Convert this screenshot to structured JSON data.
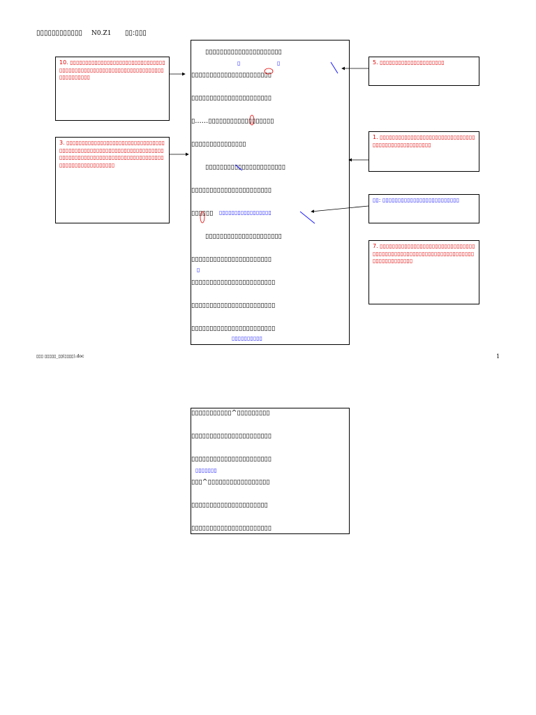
{
  "header": {
    "title": "▯▯▯▯▯▯▯▯▯▯▯▯",
    "number": "N0.Z1",
    "name": "▯▯:▯▯▯"
  },
  "page1": {
    "lines": [
      "▯▯▯▯▯▯▯▯▯▯▯▯▯▯▯▯▯▯▯▯▯",
      "▯▯▯▯▯▯▯▯▯▯▯▯▯▯▯▯▯▯▯▯▯▯",
      "▯▯▯▯▯▯▯▯▯▯▯▯▯▯▯▯▯▯▯▯▯▯",
      "▯……▯▯▯▯▯▯▯▯▯▯▯▯▯▯▯▯▯▯",
      "▯▯▯▯▯▯▯▯▯▯▯▯▯▯▯",
      "▯▯▯▯▯▯▯▯▯▯▯▯▯▯▯▯▯▯▯▯▯▯",
      "▯▯▯▯▯▯▯▯▯▯▯▯▯▯▯▯▯▯▯▯▯▯",
      "▯▯▯▯▯▯",
      "▯▯▯▯▯▯▯▯▯▯▯▯▯▯▯▯▯▯▯▯▯",
      "▯▯▯▯▯▯▯▯▯▯▯▯▯▯▯▯▯▯▯▯▯▯",
      "▯▯▯▯▯▯▯▯▯▯▯▯▯▯▯▯▯▯▯▯▯▯▯",
      "▯▯▯▯▯▯▯▯▯▯▯▯▯▯▯▯▯▯▯▯▯▯▯",
      "▯▯▯▯▯▯▯▯▯▯▯▯▯▯▯▯▯▯▯▯▯▯▯"
    ],
    "blue_marks": {
      "mark_a": "▯",
      "mark_b": "▯",
      "inline_insert": "▯▯▯▯▯▯▯▯▯▯▯▯▯▯▯▯▯",
      "mark_c": "▯",
      "bottom_insert": "▯▯▯▯▯▯▯▯▯▯"
    }
  },
  "comments": {
    "c10": "10. ▯▯▯▯▯▯▯▯▯▯▯▯▯▯▯▯▯▯▯▯▯▯▯▯▯▯▯▯▯▯▯▯▯▯▯▯▯▯▯▯▯▯▯▯▯▯▯▯▯▯▯▯▯▯▯▯▯▯▯▯▯▯▯▯▯▯▯▯▯▯▯▯▯▯▯",
    "c3": "3. ▯▯▯▯▯▯▯▯▯▯▯▯▯▯▯▯▯▯▯▯▯▯▯▯▯▯▯▯▯▯▯▯▯▯▯▯▯▯▯▯▯▯▯▯▯▯▯▯▯▯▯▯▯▯▯▯▯▯▯▯▯▯▯▯▯▯▯▯▯▯▯▯▯▯▯▯▯▯▯▯▯▯▯▯▯▯▯▯▯▯▯▯▯▯▯▯▯▯▯▯▯▯▯▯▯▯▯▯▯▯▯▯▯▯▯▯▯▯",
    "c5": "5. ▯▯▯▯▯▯▯▯▯▯▯▯▯▯▯▯▯▯▯▯▯",
    "c1": "1. ▯▯▯▯▯▯▯▯▯▯▯▯▯▯▯▯▯▯▯▯▯▯▯▯▯▯▯▯▯▯▯▯▯▯▯▯▯▯▯▯▯▯▯▯▯▯▯▯▯▯",
    "cblue": "▯▯: ▯▯▯▯▯▯▯▯▯▯▯▯▯▯▯▯▯▯▯▯▯▯▯▯▯",
    "c7": "7. ▯▯▯▯▯▯▯▯▯▯▯▯▯▯▯▯▯▯▯▯▯▯▯▯▯▯▯▯▯▯▯▯▯▯▯▯▯▯▯▯▯▯▯▯▯▯▯▯▯▯▯▯▯▯▯▯▯▯▯▯▯▯▯▯▯▯▯▯▯▯▯▯▯▯▯▯▯"
  },
  "footer": {
    "filename": "▯▯▯ ▯▯▯▯▯_▯▯(▯▯▯▯).doc",
    "page_number": "1"
  },
  "page2": {
    "lines": [
      "▯▯▯▯▯▯▯▯▯▯▯^▯▯▯▯▯▯▯▯▯",
      "▯▯▯▯▯▯▯▯▯▯▯▯▯▯▯▯▯▯▯▯▯▯",
      "▯▯▯▯▯▯▯▯▯▯▯▯▯▯▯▯▯▯▯▯▯▯",
      "▯▯▯^▯▯▯▯▯▯▯▯▯▯▯▯▯▯▯▯▯",
      "▯▯▯▯▯▯▯▯▯▯▯▯▯▯▯▯▯▯▯▯▯",
      "▯▯▯▯▯▯▯▯▯▯▯▯▯▯▯▯▯▯▯▯▯▯"
    ],
    "blue_insert": "▯▯▯▯▯▯▯"
  },
  "colors": {
    "comment_red": "#e00000",
    "edit_blue": "#1a1aff"
  }
}
